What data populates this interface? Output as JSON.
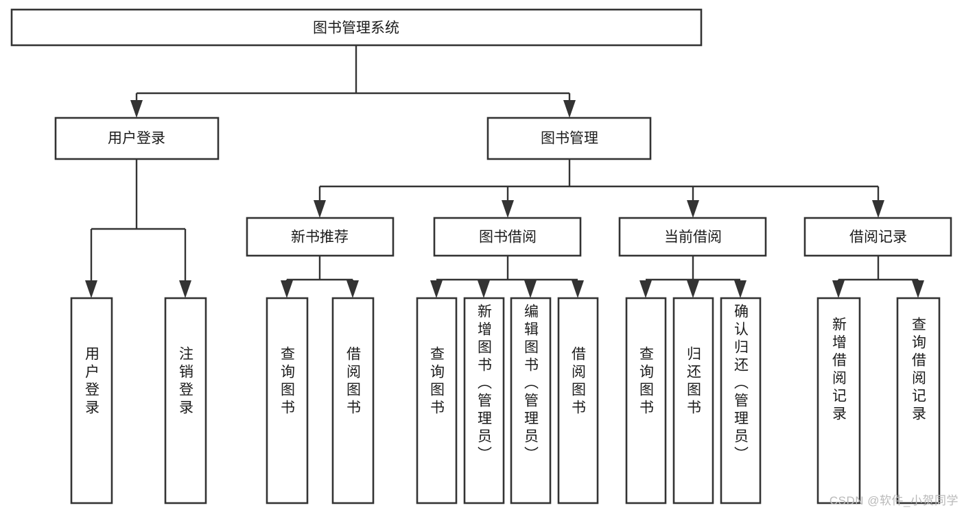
{
  "diagram": {
    "type": "tree",
    "title": "图书管理系统",
    "orientation": "top-down",
    "colors": {
      "box_stroke": "#333333",
      "box_fill": "#ffffff",
      "text": "#1b1b1b",
      "connector": "#333333",
      "watermark": "#b9b9b9",
      "background": "#ffffff"
    },
    "root": {
      "label": "图书管理系统"
    },
    "level2": [
      {
        "label": "用户登录"
      },
      {
        "label": "图书管理"
      }
    ],
    "level3": [
      {
        "label": "新书推荐"
      },
      {
        "label": "图书借阅"
      },
      {
        "label": "当前借阅"
      },
      {
        "label": "借阅记录"
      }
    ],
    "leaves": {
      "user_login": [
        {
          "label": "用户登录"
        },
        {
          "label": "注销登录"
        }
      ],
      "new_book_recommend": [
        {
          "label": "查询图书"
        },
        {
          "label": "借阅图书"
        }
      ],
      "book_borrow": [
        {
          "label": "查询图书"
        },
        {
          "label": "新增图书（管理员）"
        },
        {
          "label": "编辑图书（管理员）"
        },
        {
          "label": "借阅图书"
        }
      ],
      "current_borrow": [
        {
          "label": "查询图书"
        },
        {
          "label": "归还图书"
        },
        {
          "label": "确认归还（管理员）"
        }
      ],
      "borrow_record": [
        {
          "label": "新增借阅记录"
        },
        {
          "label": "查询借阅记录"
        }
      ]
    }
  },
  "watermark": {
    "text": "CSDN @软件_小贺同学"
  }
}
